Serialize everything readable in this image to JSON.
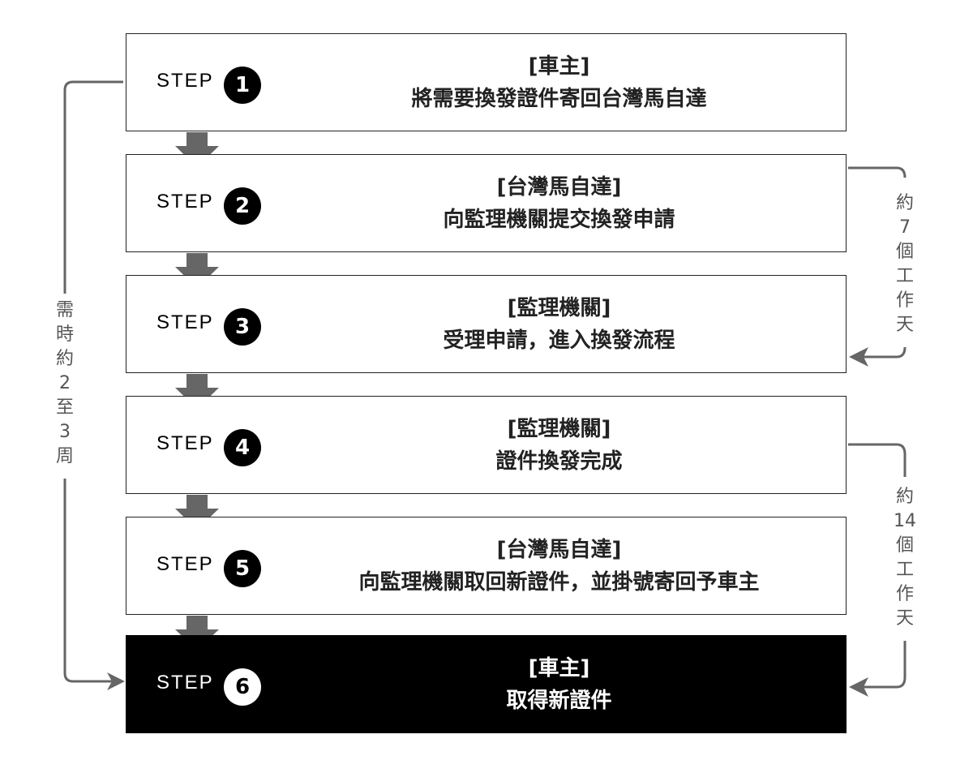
{
  "steps": [
    {
      "label": "STEP",
      "number": "1",
      "actor": "[車主]",
      "action": "將需要換發證件寄回台灣馬自達"
    },
    {
      "label": "STEP",
      "number": "2",
      "actor": "[台灣馬自達]",
      "action": "向監理機關提交換發申請"
    },
    {
      "label": "STEP",
      "number": "3",
      "actor": "[監理機關]",
      "action": "受理申請，進入換發流程"
    },
    {
      "label": "STEP",
      "number": "4",
      "actor": "[監理機關]",
      "action": "證件換發完成"
    },
    {
      "label": "STEP",
      "number": "5",
      "actor": "[台灣馬自達]",
      "action": "向監理機關取回新證件，並掛號寄回予車主"
    },
    {
      "label": "STEP",
      "number": "6",
      "actor": "[車主]",
      "action": "取得新證件"
    }
  ],
  "durations": {
    "total": [
      "需",
      "時",
      "約",
      "2",
      "至",
      "3",
      "周"
    ],
    "steps_2_3": [
      "約",
      "7",
      "個",
      "工",
      "作",
      "天"
    ],
    "steps_4_6": [
      "約",
      "14",
      "個",
      "工",
      "作",
      "天"
    ]
  },
  "colors": {
    "connector": "#666666",
    "box_border": "#222222",
    "final_box": "#000000"
  }
}
